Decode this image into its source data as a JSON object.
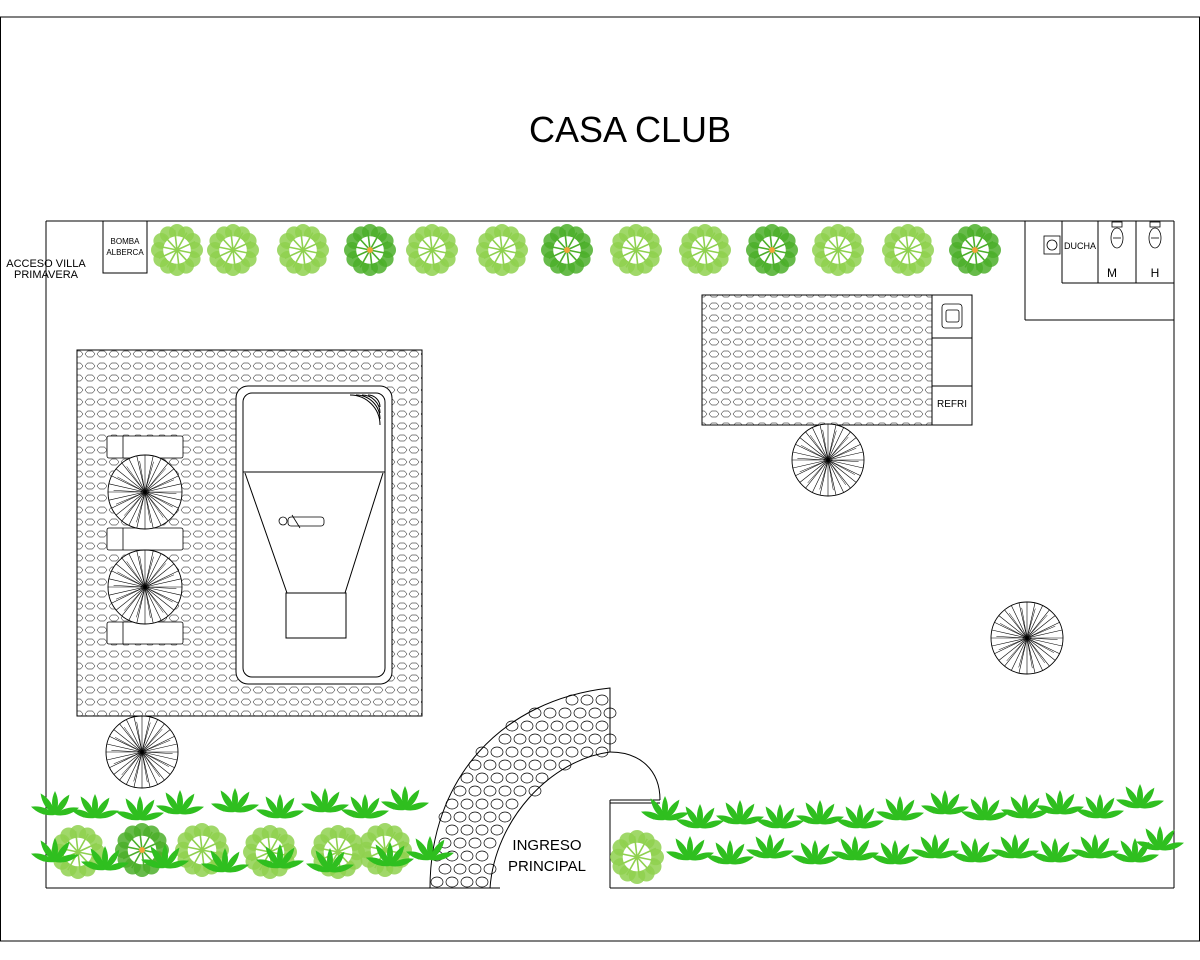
{
  "title": "CASA CLUB",
  "labels": {
    "acceso_line1": "ACCESO VILLA",
    "acceso_line2": "PRIMAVERA",
    "bomba_line1": "BOMBA",
    "bomba_line2": "ALBERCA",
    "ducha": "DUCHA",
    "women": "M",
    "men": "H",
    "refri": "REFRI",
    "ingreso_line1": "INGRESO",
    "ingreso_line2": "PRINCIPAL"
  },
  "colors": {
    "line": "#000000",
    "tree_light": "#8fd14f",
    "tree_mid": "#4caf2a",
    "shrub": "#2fbf1f",
    "flower": "#f2a33a"
  }
}
